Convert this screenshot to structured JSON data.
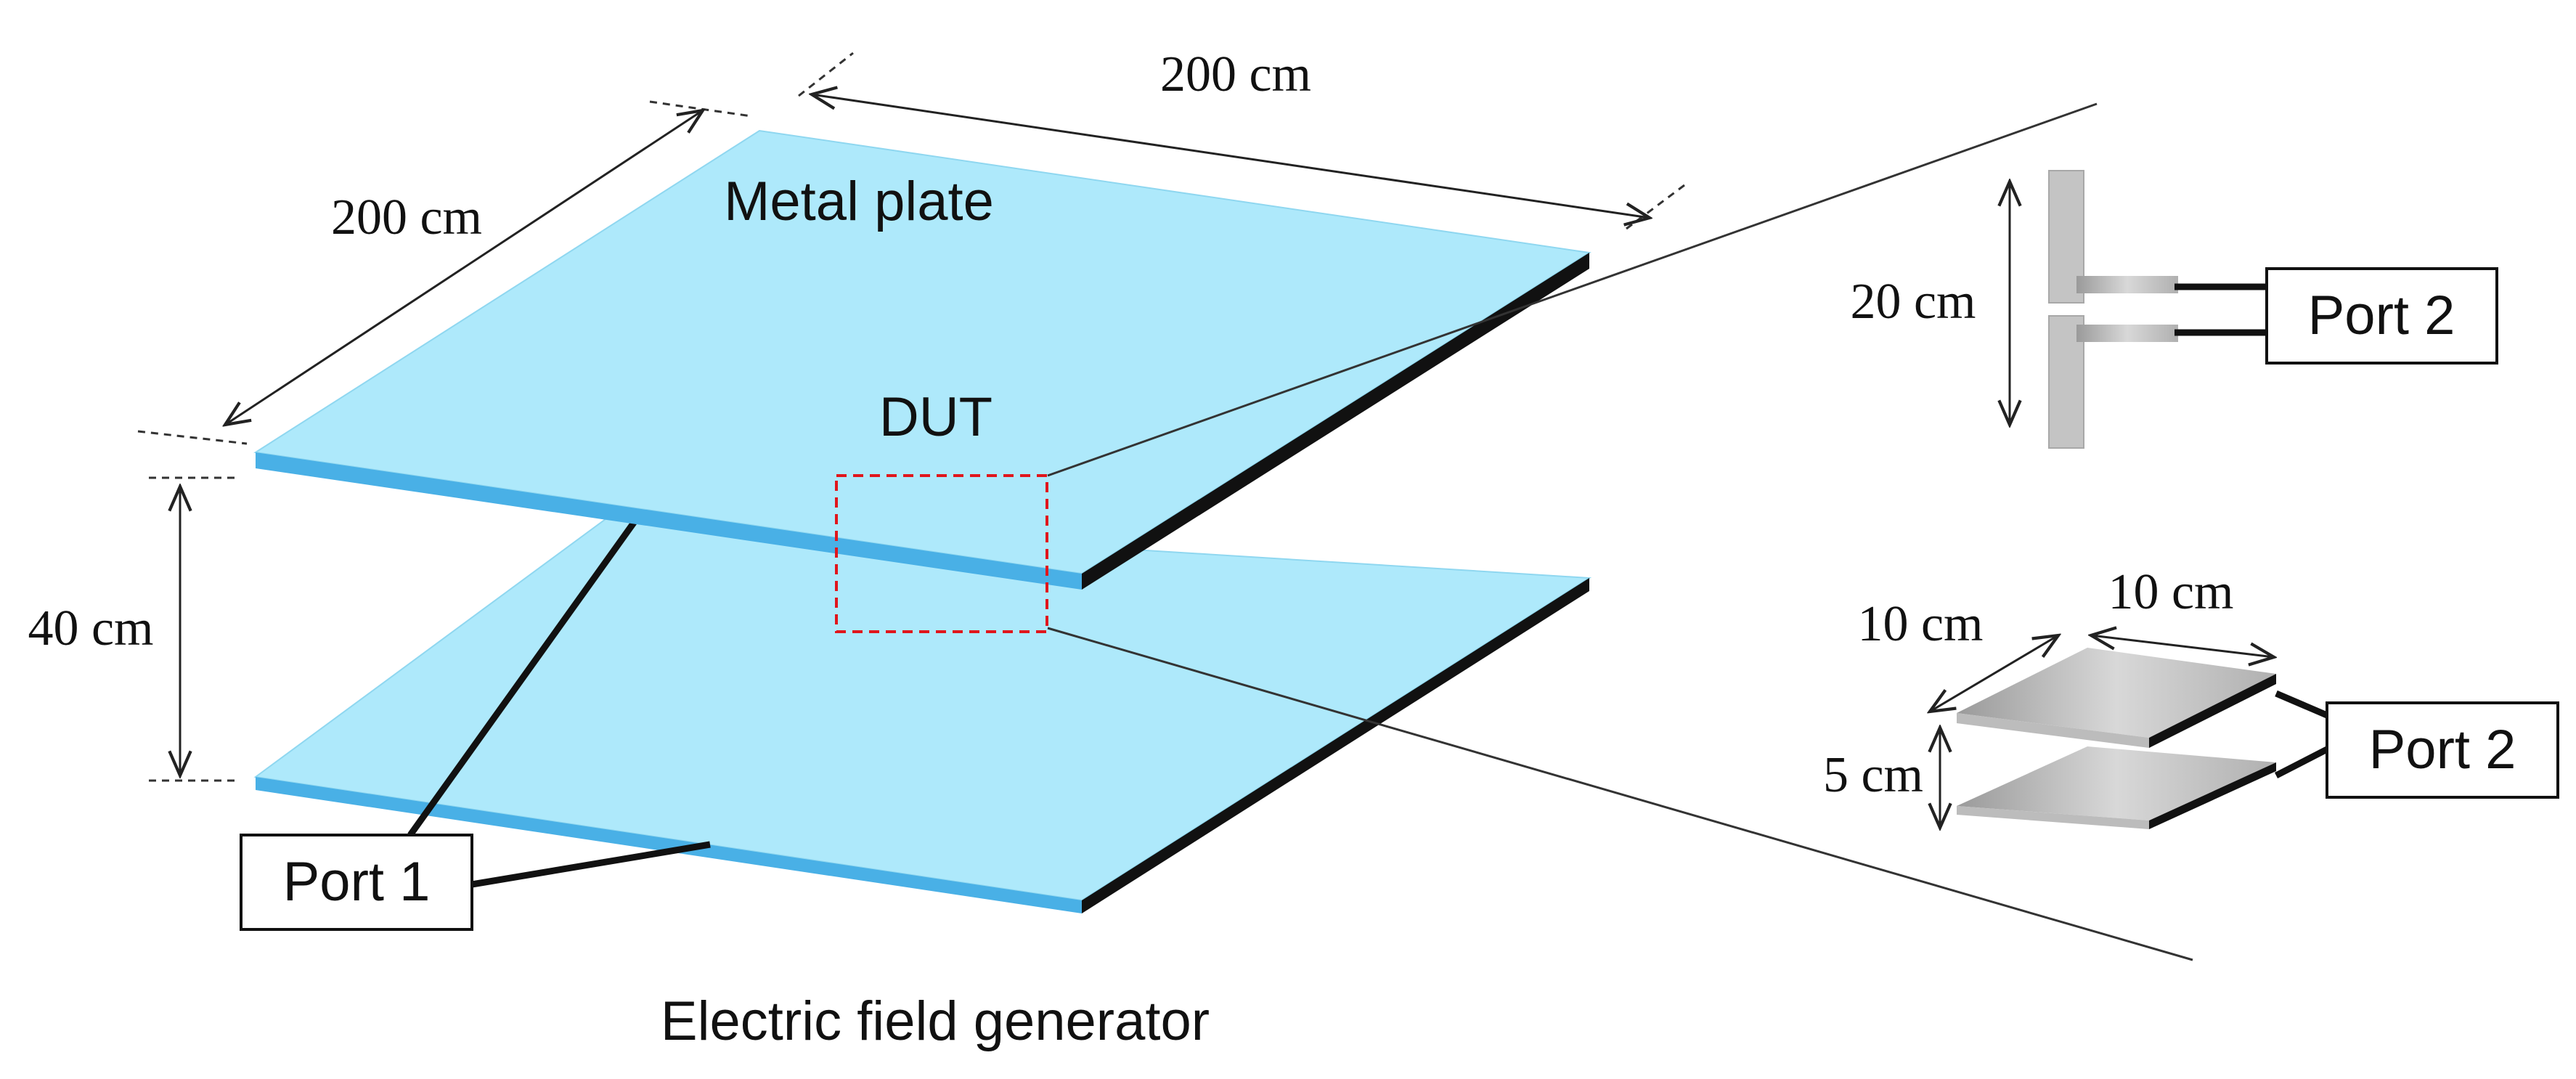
{
  "colors": {
    "plate_top": "#aee9fb",
    "plate_edge": "#49b0e6",
    "plate_dark_edge": "#111111",
    "dut_box": "#e0161c",
    "dut_plate": "#c9c9c9",
    "text": "#111111"
  },
  "labels": {
    "metal_plate": "Metal plate",
    "dut": "DUT",
    "port1": "Port 1",
    "port2_dipole": "Port 2",
    "port2_plates": "Port 2",
    "caption": "Electric field generator"
  },
  "dimensions": {
    "plate_width_left": "200 cm",
    "plate_width_top": "200 cm",
    "plate_gap": "40 cm",
    "dipole_length": "20 cm",
    "small_plate_width": "10 cm",
    "small_plate_depth": "10 cm",
    "small_plate_gap": "5 cm"
  }
}
